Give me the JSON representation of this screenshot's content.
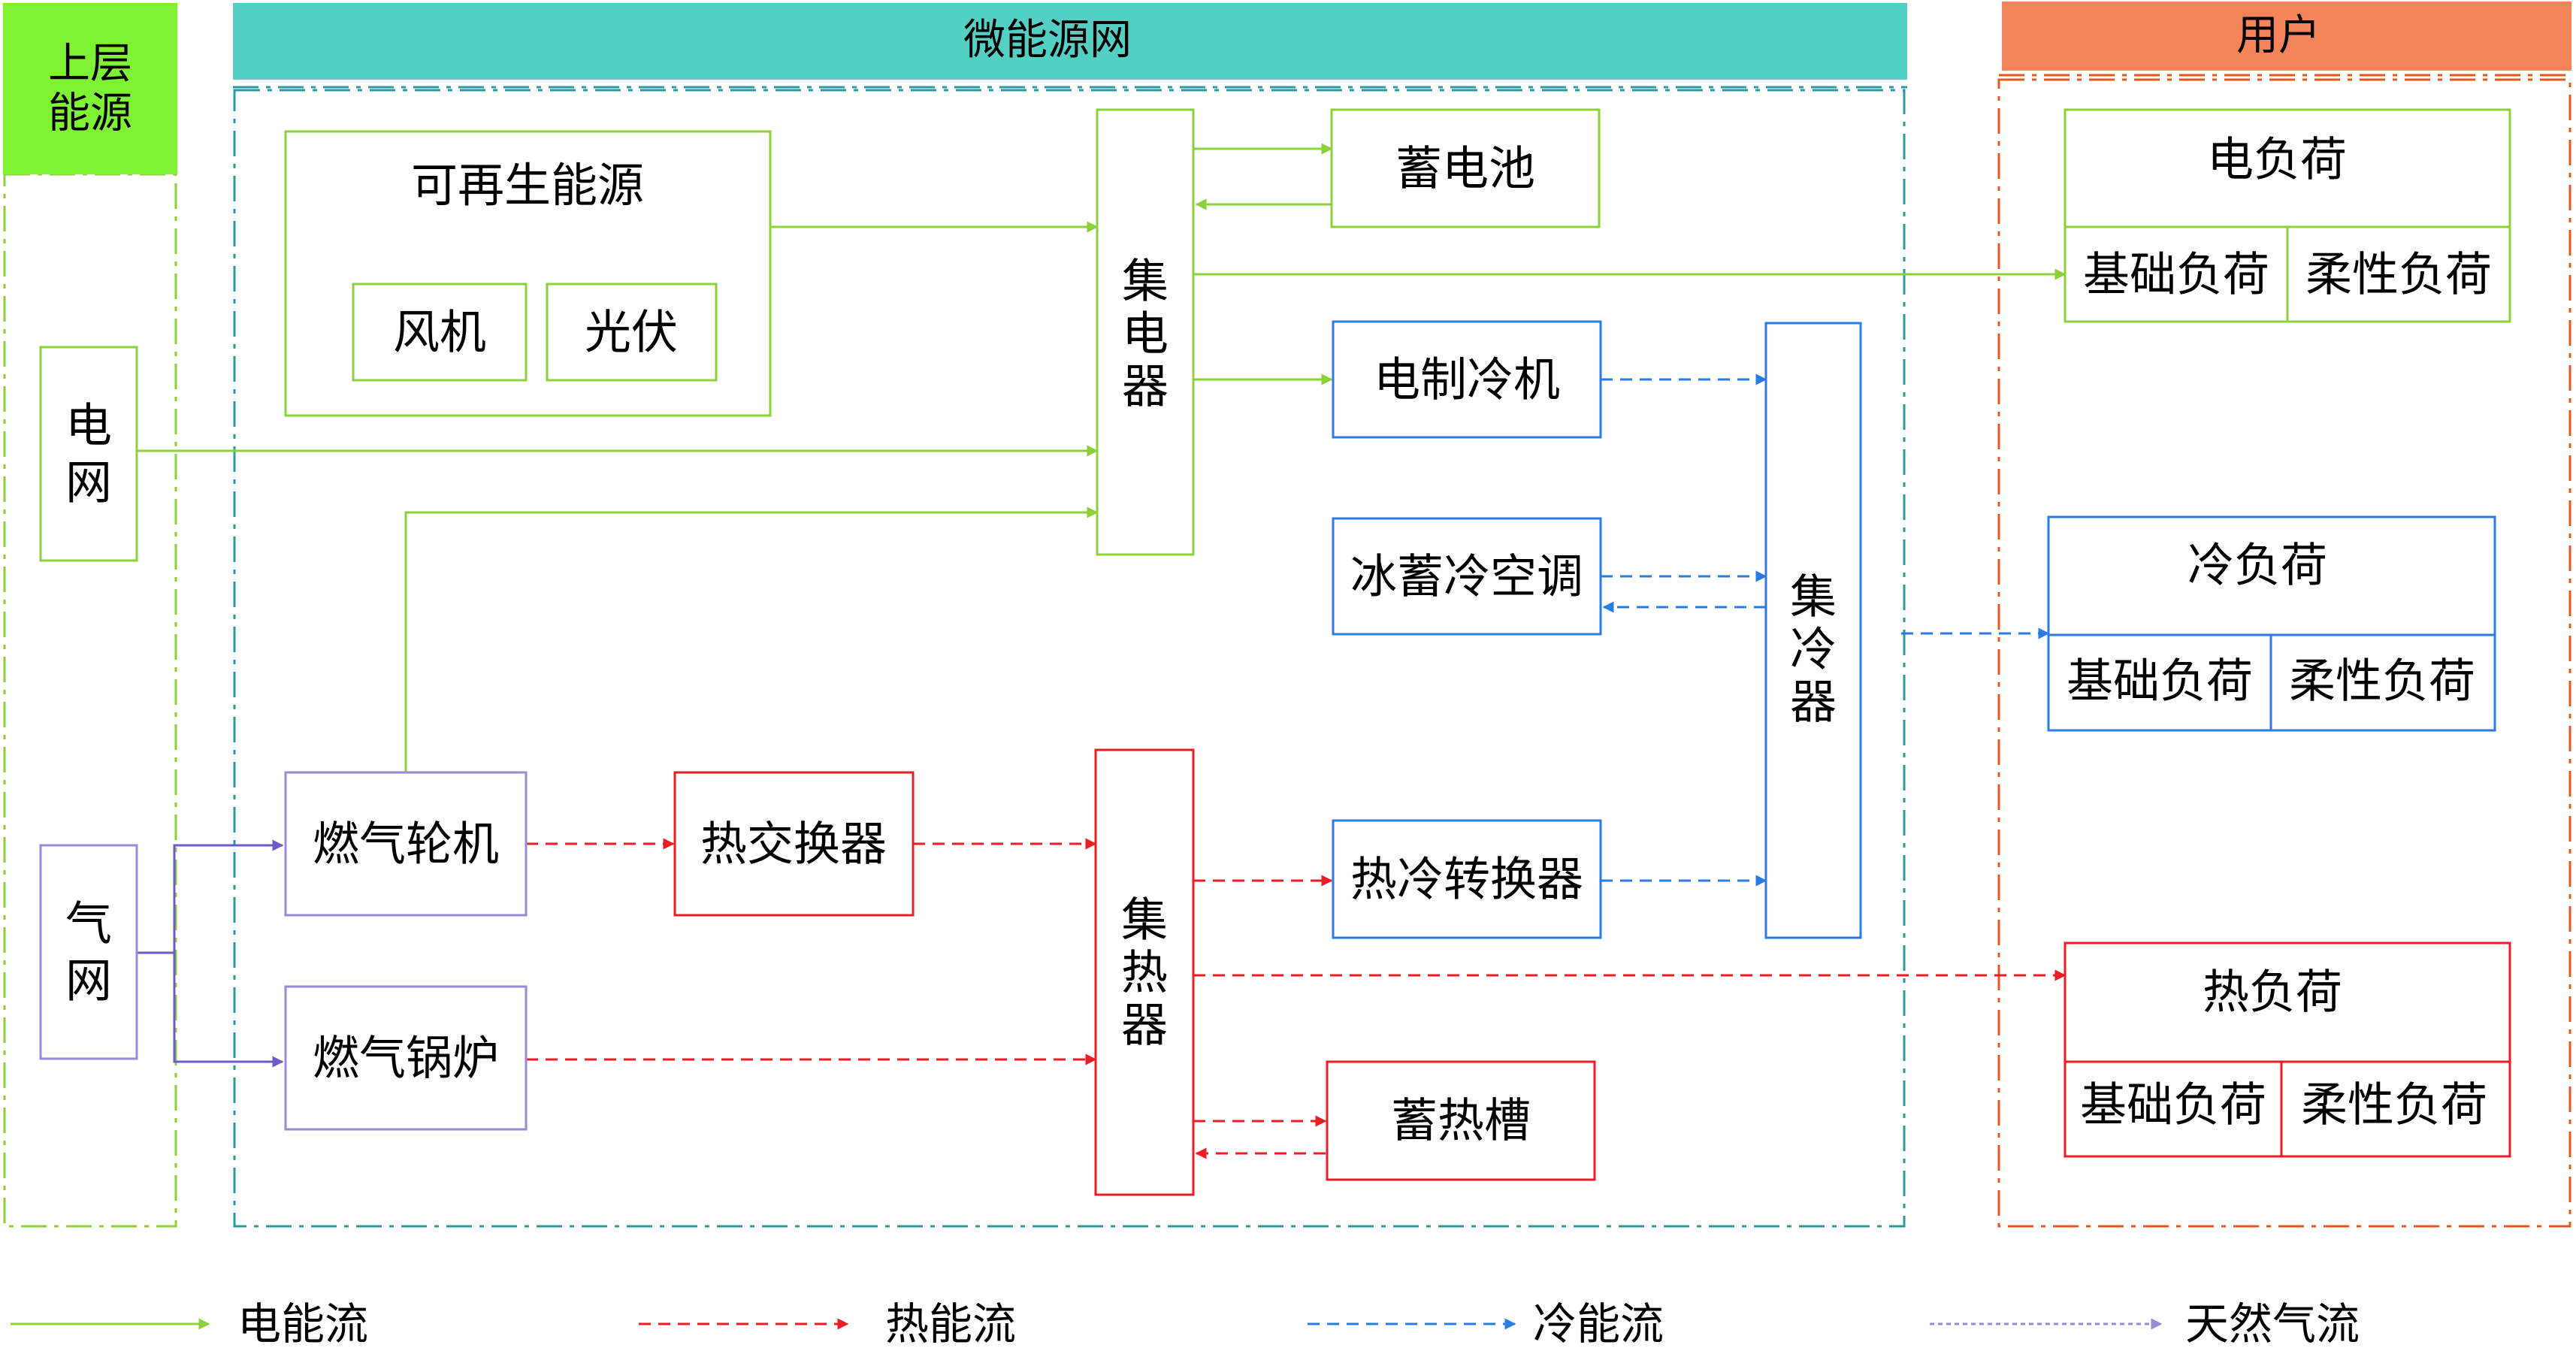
{
  "colors": {
    "electric": "#8dd13a",
    "heat": "#ee1c25",
    "cold": "#2b7be5",
    "gas": "#6f58c9",
    "upper_header": "#7ef233",
    "micro_header": "#54cfc4",
    "user_header": "#f4845a",
    "micro_border": "#2a9aa0",
    "user_border": "#e8581d",
    "gas_node_border": "#9a8ad8"
  },
  "regions": {
    "upper": "上层\n能源",
    "micro": "微能源网",
    "user": "用户"
  },
  "nodes": {
    "grid": "电\n网",
    "gas_net": "气\n网",
    "renewable": "可再生能源",
    "wind": "风机",
    "pv": "光伏",
    "power_bus": "集\n电\n器",
    "battery": "蓄电池",
    "electric_chiller": "电制冷机",
    "ice_ac": "冰蓄冷空调",
    "cold_bus": "集\n冷\n器",
    "gas_turbine": "燃气轮机",
    "heat_exchanger": "热交换器",
    "heat_bus": "集\n热\n器",
    "heat_cold_converter": "热冷转换器",
    "gas_boiler": "燃气锅炉",
    "heat_tank": "蓄热槽"
  },
  "loads": {
    "electric": {
      "title": "电负荷",
      "base": "基础负荷",
      "flex": "柔性负荷"
    },
    "cold": {
      "title": "冷负荷",
      "base": "基础负荷",
      "flex": "柔性负荷"
    },
    "heat": {
      "title": "热负荷",
      "base": "基础负荷",
      "flex": "柔性负荷"
    }
  },
  "legend": {
    "electric": "电能流",
    "heat": "热能流",
    "cold": "冷能流",
    "gas": "天然气流"
  }
}
